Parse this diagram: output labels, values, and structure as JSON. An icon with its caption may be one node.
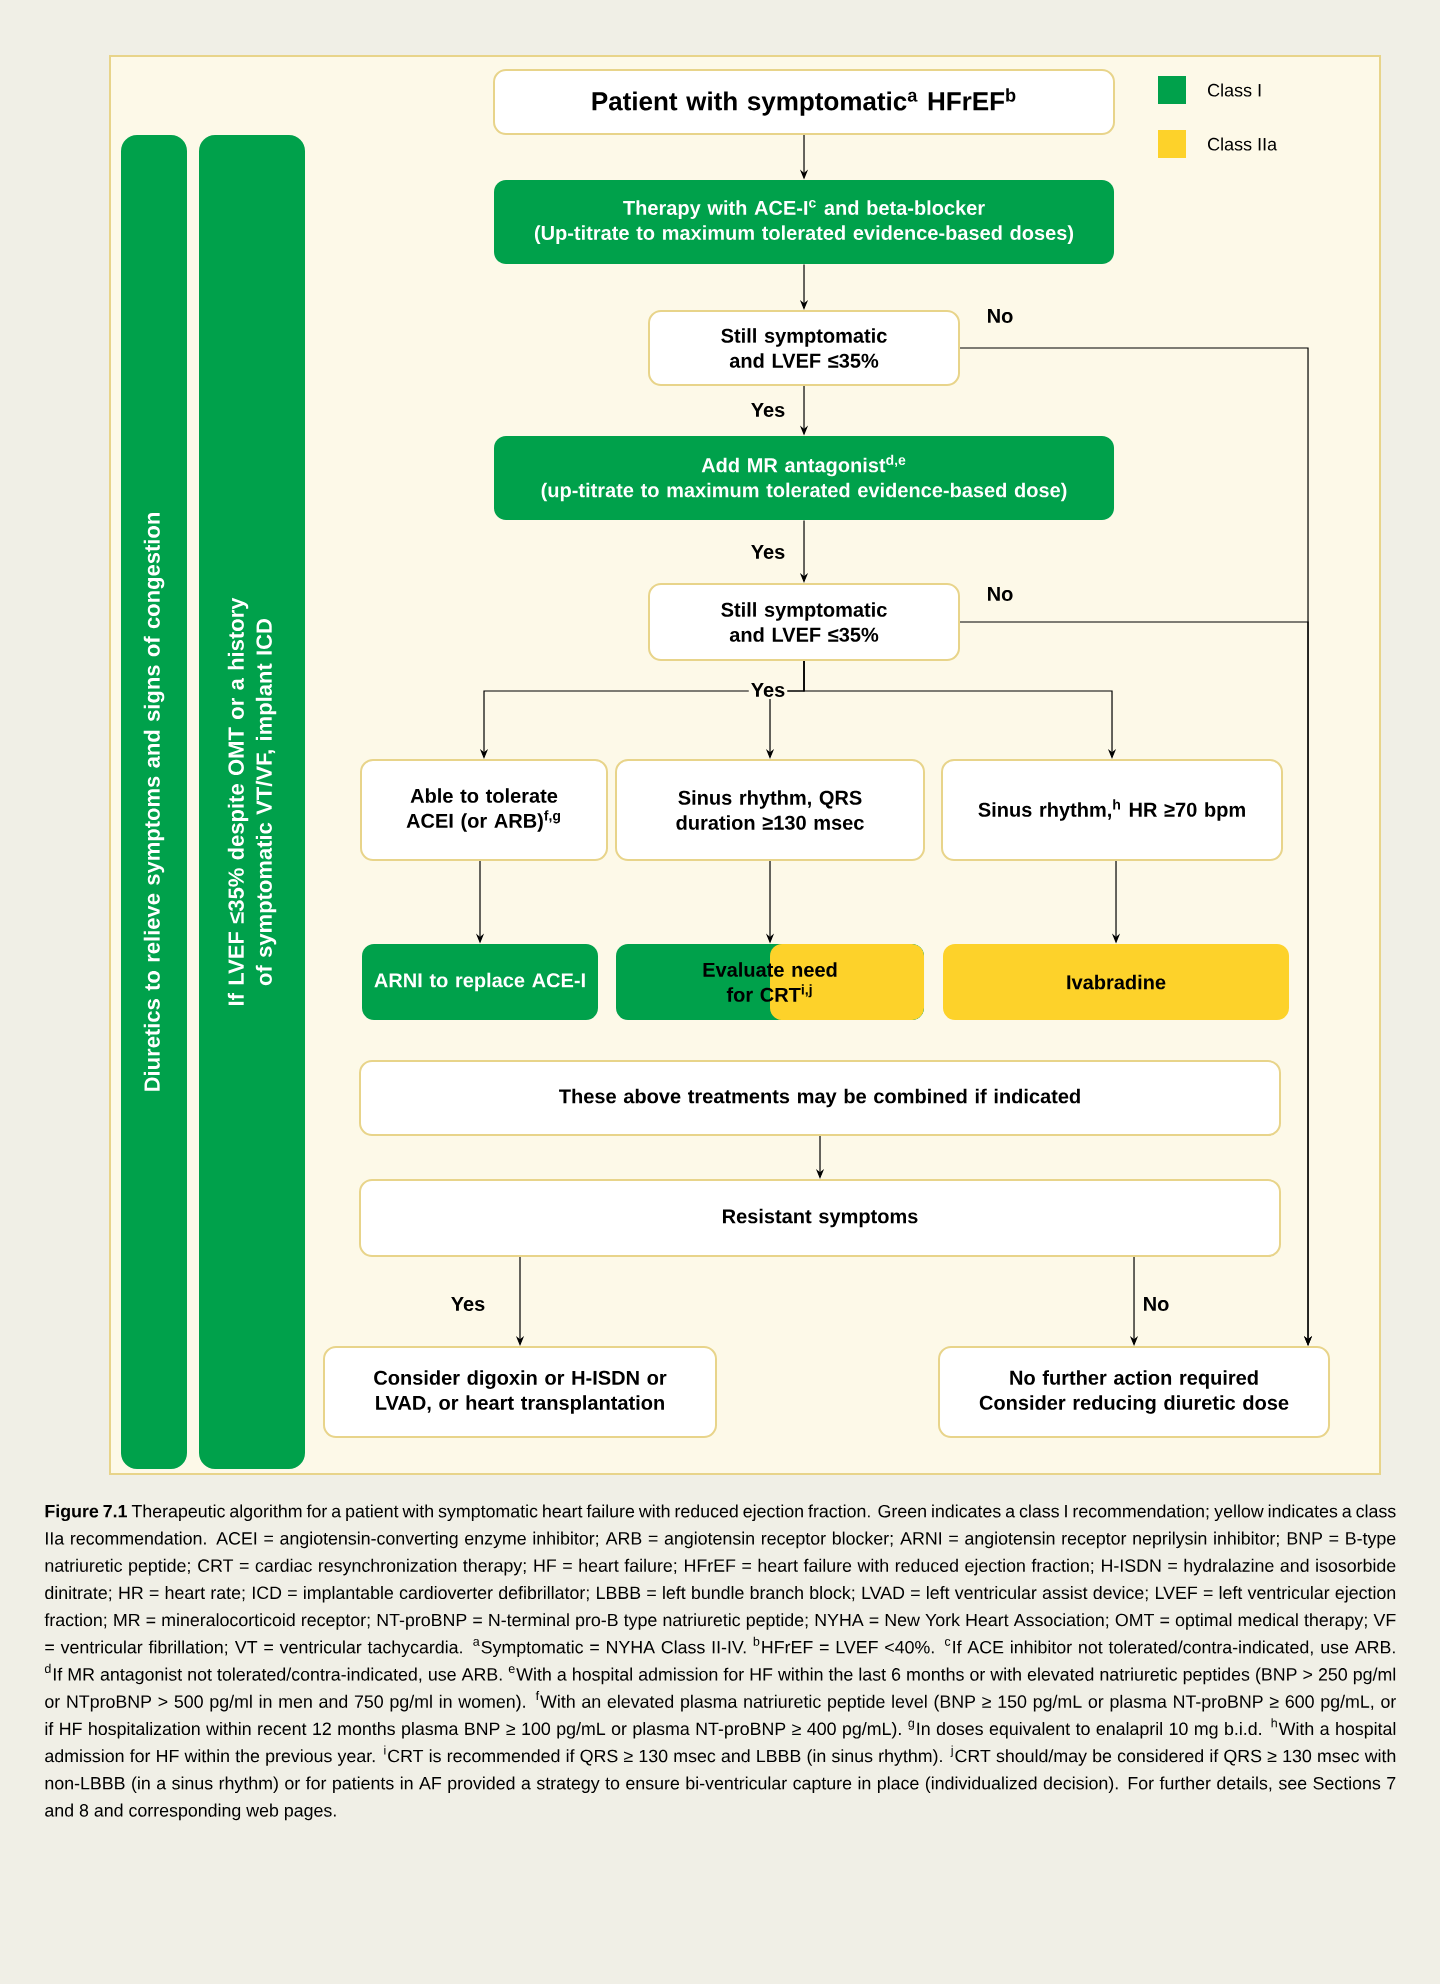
{
  "diagram": {
    "caption": "**Figure 7.1** Therapeutic algorithm for a patient with symptomatic heart failure with reduced ejection fraction. Green indicates a class I recommendation; yellow indicates a class IIa recommendation. ACEI = angiotensin-converting enzyme inhibitor; ARB = angiotensin receptor blocker; ARNI = angiotensin receptor neprilysin inhibitor; BNP = B-type natriuretic peptide; CRT = cardiac resynchronization therapy; HF = heart failure; HFrEF = heart failure with reduced ejection fraction; H-ISDN = hydralazine and isosorbide dinitrate; HR = heart rate; ICD = implantable cardioverter defibrillator; LBBB = left bundle branch block; LVAD = left ventricular assist device; LVEF = left ventricular ejection fraction; MR = mineralocorticoid receptor; NT-proBNP = N-terminal pro-B type natriuretic peptide; NYHA = New York Heart Association; OMT = optimal medical therapy; VF = ventricular fibrillation; VT = ventricular tachycardia. $^{a}$Symptomatic = NYHA Class II-IV. $^{b}$HFrEF = LVEF <40%. $^{c}$If ACE inhibitor not tolerated/contra-indicated, use ARB. $^{d}$If MR antagonist not tolerated/contra-indicated, use ARB. $^{e}$With a hospital admission for HF within the last 6 months or with elevated natriuretic peptides (BNP > 250 pg/ml or NTproBNP > 500 pg/ml in men and 750 pg/ml in women). $^{f}$With an elevated plasma natriuretic peptide level (BNP ≥ 150 pg/mL or plasma NT-proBNP ≥ 600 pg/mL, or if HF hospitalization within recent 12 months plasma BNP ≥ 100 pg/mL or plasma NT-proBNP ≥ 400 pg/mL). $^{g}$In doses equivalent to enalapril 10 mg b.i.d. $^{h}$With a hospital admission for HF within the previous year. $^{i}$CRT is recommended if QRS ≥ 130 msec and LBBB (in sinus rhythm). $^{j}$CRT should/may be considered if QRS ≥ 130 msec with non-LBBB (in a sinus rhythm) or for patients in AF provided a strategy to ensure bi-ventricular capture in place (individualized decision). For further details, see Sections 7 and 8 and corresponding web pages.",
    "nodes": [
      {
        "text": [
          "Patient with symptomatic$^{a}$ HFrEF$^{b}$"
        ]
      },
      {
        "text": [
          "Therapy with ACE-I$^{c}$ and beta-blocker",
          "(Up-titrate to maximum tolerated evidence-based doses)"
        ]
      },
      {
        "text": [
          "Still symptomatic and LVEF ≤35%"
        ]
      },
      {
        "text": [
          "Add MR antagonist$^{d,e}$",
          "(up-titrate to maximum tolerated evidence-based dose)"
        ]
      },
      {
        "text": [
          "Still symptomatic and LVEF ≤35%"
        ]
      },
      {
        "text": [
          "Able to tolerate ACEI (or ARB)$^{f,g}$"
        ]
      },
      {
        "text": [
          "Sinus rhythm, QRS duration ≥130 msec"
        ]
      },
      {
        "text": [
          "Sinus rhythm,$^{h}$ HR ≥70 bpm"
        ]
      },
      {
        "text": [
          "ARNI to replace ACE-I"
        ]
      },
      {
        "text": [
          "Evaluate need for CRT$^{i,j}$"
        ]
      },
      {
        "text": [
          "Ivabradine"
        ]
      },
      {
        "text": [
          "These above treatments may be combined if indicated"
        ]
      },
      {
        "text": [
          "Resistant symptoms"
        ]
      },
      {
        "text": [
          "Consider digoxin or H-ISDN or LVAD, or heart transplantation"
        ]
      },
      {
        "text": [
          "No further action required Consider reducing diuretic dose"
        ]
      },
      {
        "text": [
          "Diuretics to relieve symptoms and signs of congestion"
        ]
      },
      {
        "text": [
          "If LVEF ≤35% despite OMT or a history of symptomatic VT/VF, implant ICD"
        ]
      }
    ],
    "edges": [
      {
        "from": 0,
        "to": 1,
        "arrow": "to"
      },
      {
        "from": 1,
        "to": 2,
        "arrow": "to"
      },
      {
        "from": 2,
        "to": 3,
        "arrow": "to",
        "label": "Yes"
      },
      {
        "from": 2,
        "to": 14,
        "arrow": "to",
        "label": "No"
      },
      {
        "from": 3,
        "to": 4,
        "arrow": "to",
        "label": "Yes"
      },
      {
        "from": 4,
        "to": 5,
        "arrow": "to"
      },
      {
        "from": 4,
        "to": 6,
        "arrow": "to",
        "label": "Yes"
      },
      {
        "from": 4,
        "to": 7,
        "arrow": "to"
      },
      {
        "from": 4,
        "to": 14,
        "arrow": "to",
        "label": "No"
      },
      {
        "from": 5,
        "to": 8,
        "arrow": "to"
      },
      {
        "from": 6,
        "to": 9,
        "arrow": "to"
      },
      {
        "from": 7,
        "to": 10,
        "arrow": "to"
      },
      {
        "from": 11,
        "to": 12,
        "arrow": "to"
      },
      {
        "from": 12,
        "to": 13,
        "arrow": "to",
        "label": "Yes"
      },
      {
        "from": 12,
        "to": 14,
        "arrow": "to",
        "label": "No"
      }
    ],
    "legend": [
      {
        "text": "Class I",
        "color": "#00a14b"
      },
      {
        "text": "Class IIa",
        "color": "#fdd22a"
      }
    ]
  }
}
